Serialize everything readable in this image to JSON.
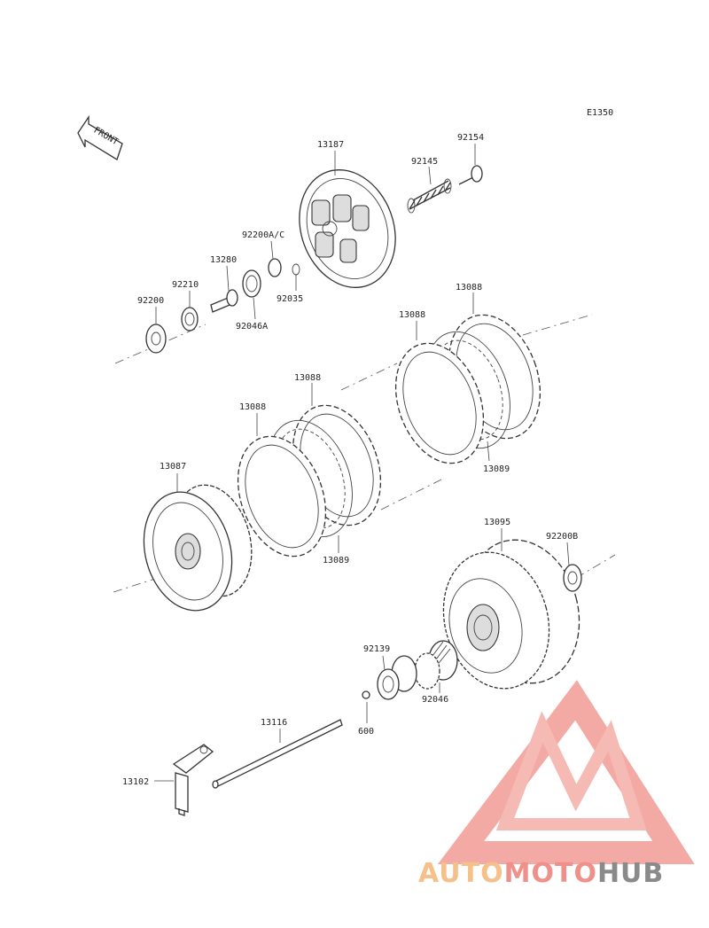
{
  "diagram_code": "E1350",
  "front_label": "FRONT",
  "parts": {
    "p13187": "13187",
    "p92154": "92154",
    "p92145": "92145",
    "p92200ac": "92200A/C",
    "p13280": "13280",
    "p92210": "92210",
    "p92200": "92200",
    "p92035": "92035",
    "p92046a": "92046A",
    "p13088_a": "13088",
    "p13088_b": "13088",
    "p13088_c": "13088",
    "p13088_d": "13088",
    "p13089_a": "13089",
    "p13089_b": "13089",
    "p13087": "13087",
    "p13095": "13095",
    "p92200b": "92200B",
    "p92139": "92139",
    "p92046": "92046",
    "p600": "600",
    "p13116": "13116",
    "p13102": "13102"
  },
  "watermark": {
    "part1": "AUTO",
    "part2": "MOTO",
    "part3": "HUB",
    "color1": "#f5c08a",
    "color2": "#f0908a",
    "color3": "#8a8a8a"
  }
}
